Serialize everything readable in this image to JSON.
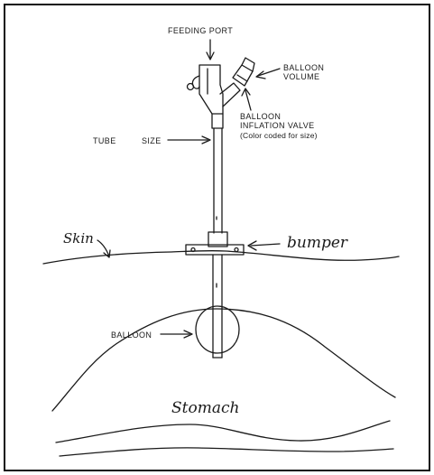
{
  "labels": {
    "feeding_port": "FEEDING PORT",
    "balloon_volume_1": "BALLOON",
    "balloon_volume_2": "VOLUME",
    "inflation_valve_1": "BALLOON",
    "inflation_valve_2": "INFLATION VALVE",
    "inflation_valve_3": "(Color coded for size)",
    "tube": "TUBE",
    "size": "SIZE",
    "skin": "Skin",
    "bumper": "bumper",
    "balloon": "BALLOON",
    "stomach": "Stomach"
  },
  "colors": {
    "ink": "#1a1a1a",
    "border": "#111111"
  }
}
